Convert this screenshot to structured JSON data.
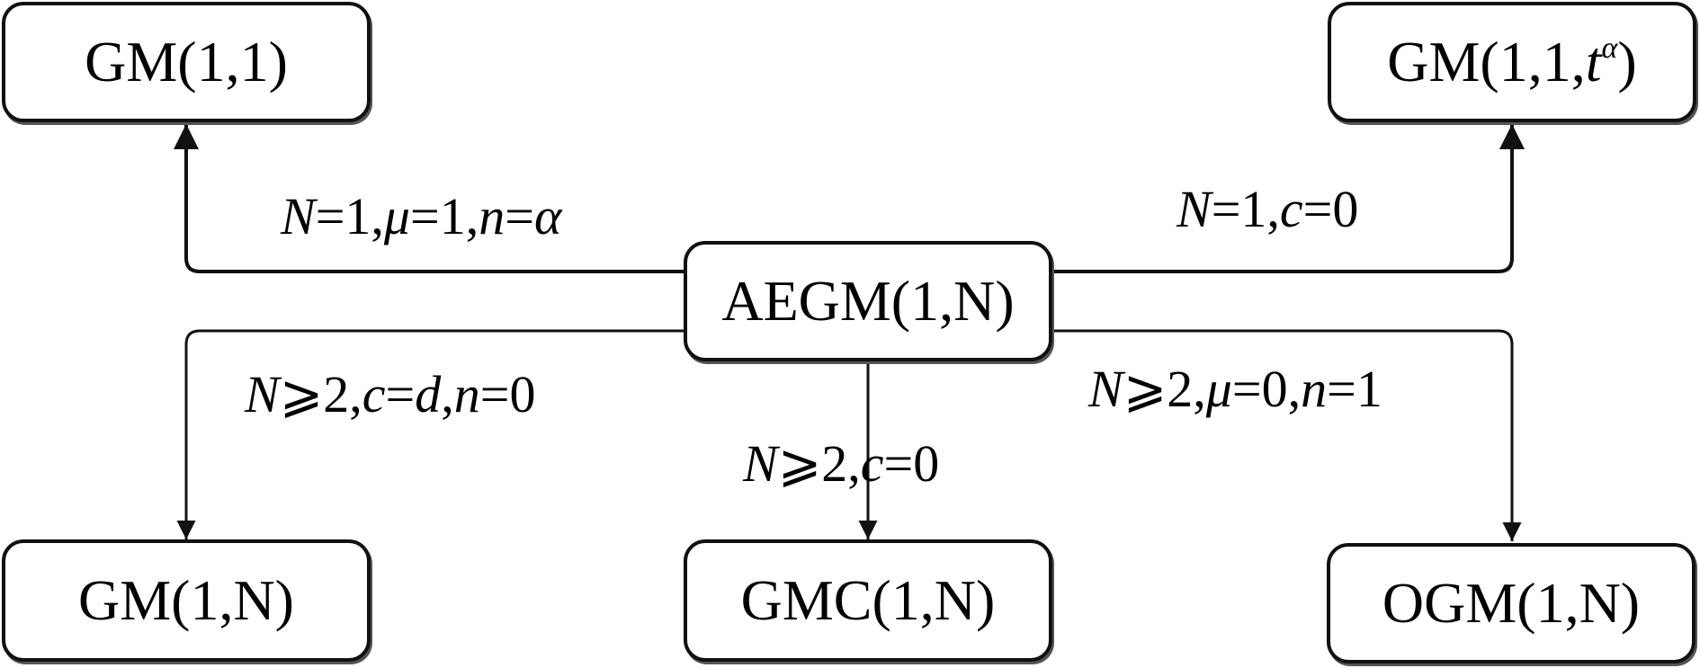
{
  "diagram": {
    "center_node": {
      "id": "aegm",
      "label": "AEGM(1,N)"
    },
    "nodes": [
      {
        "id": "gm11",
        "label": "GM(1,1)"
      },
      {
        "id": "gm11ta",
        "label_prefix": "GM(1,1,",
        "label_var": "t",
        "label_sup": "α",
        "label_suffix": ")"
      },
      {
        "id": "gm1n",
        "label": "GM(1,N)"
      },
      {
        "id": "gmc1n",
        "label": "GMC(1,N)"
      },
      {
        "id": "ogm1n",
        "label": "OGM(1,N)"
      }
    ],
    "edges": [
      {
        "from": "aegm",
        "to": "gm11",
        "condition": [
          {
            "t": "N",
            "i": true
          },
          {
            "t": "=1,"
          },
          {
            "t": "μ",
            "i": true
          },
          {
            "t": "=1,"
          },
          {
            "t": "n",
            "i": true
          },
          {
            "t": "="
          },
          {
            "t": "α",
            "i": true
          }
        ]
      },
      {
        "from": "aegm",
        "to": "gm11ta",
        "condition": [
          {
            "t": "N",
            "i": true
          },
          {
            "t": "=1,"
          },
          {
            "t": "c",
            "i": true
          },
          {
            "t": "=0"
          }
        ]
      },
      {
        "from": "aegm",
        "to": "gm1n",
        "condition": [
          {
            "t": "N",
            "i": true
          },
          {
            "t": "⩾2,"
          },
          {
            "t": "c",
            "i": true
          },
          {
            "t": "="
          },
          {
            "t": "d",
            "i": true
          },
          {
            "t": ","
          },
          {
            "t": "n",
            "i": true
          },
          {
            "t": "=0"
          }
        ]
      },
      {
        "from": "aegm",
        "to": "gmc1n",
        "condition": [
          {
            "t": "N",
            "i": true
          },
          {
            "t": "⩾2,"
          },
          {
            "t": "c",
            "i": true
          },
          {
            "t": "=0"
          }
        ]
      },
      {
        "from": "aegm",
        "to": "ogm1n",
        "condition": [
          {
            "t": "N",
            "i": true
          },
          {
            "t": "⩾2,"
          },
          {
            "t": "μ",
            "i": true
          },
          {
            "t": "=0,"
          },
          {
            "t": "n",
            "i": true
          },
          {
            "t": "=1"
          }
        ]
      }
    ],
    "colors": {
      "stroke": "#111111",
      "background": "#ffffff",
      "shadow": "#555555"
    }
  }
}
